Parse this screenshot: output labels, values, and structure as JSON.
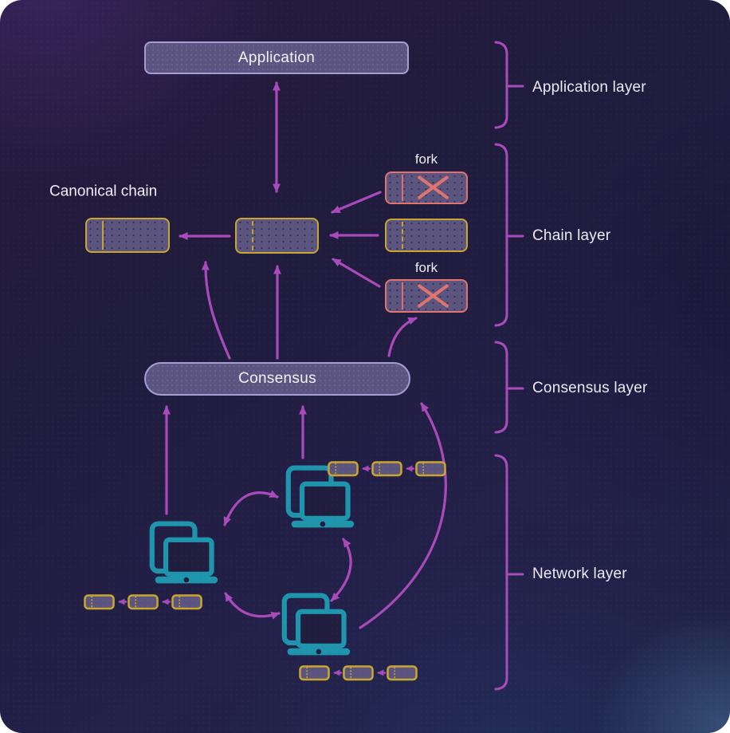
{
  "boxes": {
    "application": "Application",
    "consensus": "Consensus"
  },
  "labels": {
    "canonical_chain": "Canonical chain",
    "fork_top": "fork",
    "fork_bottom": "fork"
  },
  "layers": [
    {
      "id": "application",
      "label": "Application layer"
    },
    {
      "id": "chain",
      "label": "Chain layer"
    },
    {
      "id": "consensus",
      "label": "Consensus layer"
    },
    {
      "id": "network",
      "label": "Network layer"
    }
  ],
  "icons": {
    "network_node": "laptop-tablet-device-icon",
    "mini_chain": "three-linked-blocks-icon",
    "fork_invalid": "x-cross-icon",
    "layer_bracket": "curly-bracket-icon"
  },
  "colors": {
    "background_base": "#201C3E",
    "arrow_magenta": "#A94ABB",
    "bracket_magenta": "#A84BBB",
    "block_gold_border": "#C9A62F",
    "block_fill": "#5B547E",
    "fork_coral": "#E0736D",
    "node_teal": "#1F94AD",
    "pill_border": "#A69DD2",
    "pill_fill": "#5B5480",
    "text": "#F1EEF8"
  }
}
